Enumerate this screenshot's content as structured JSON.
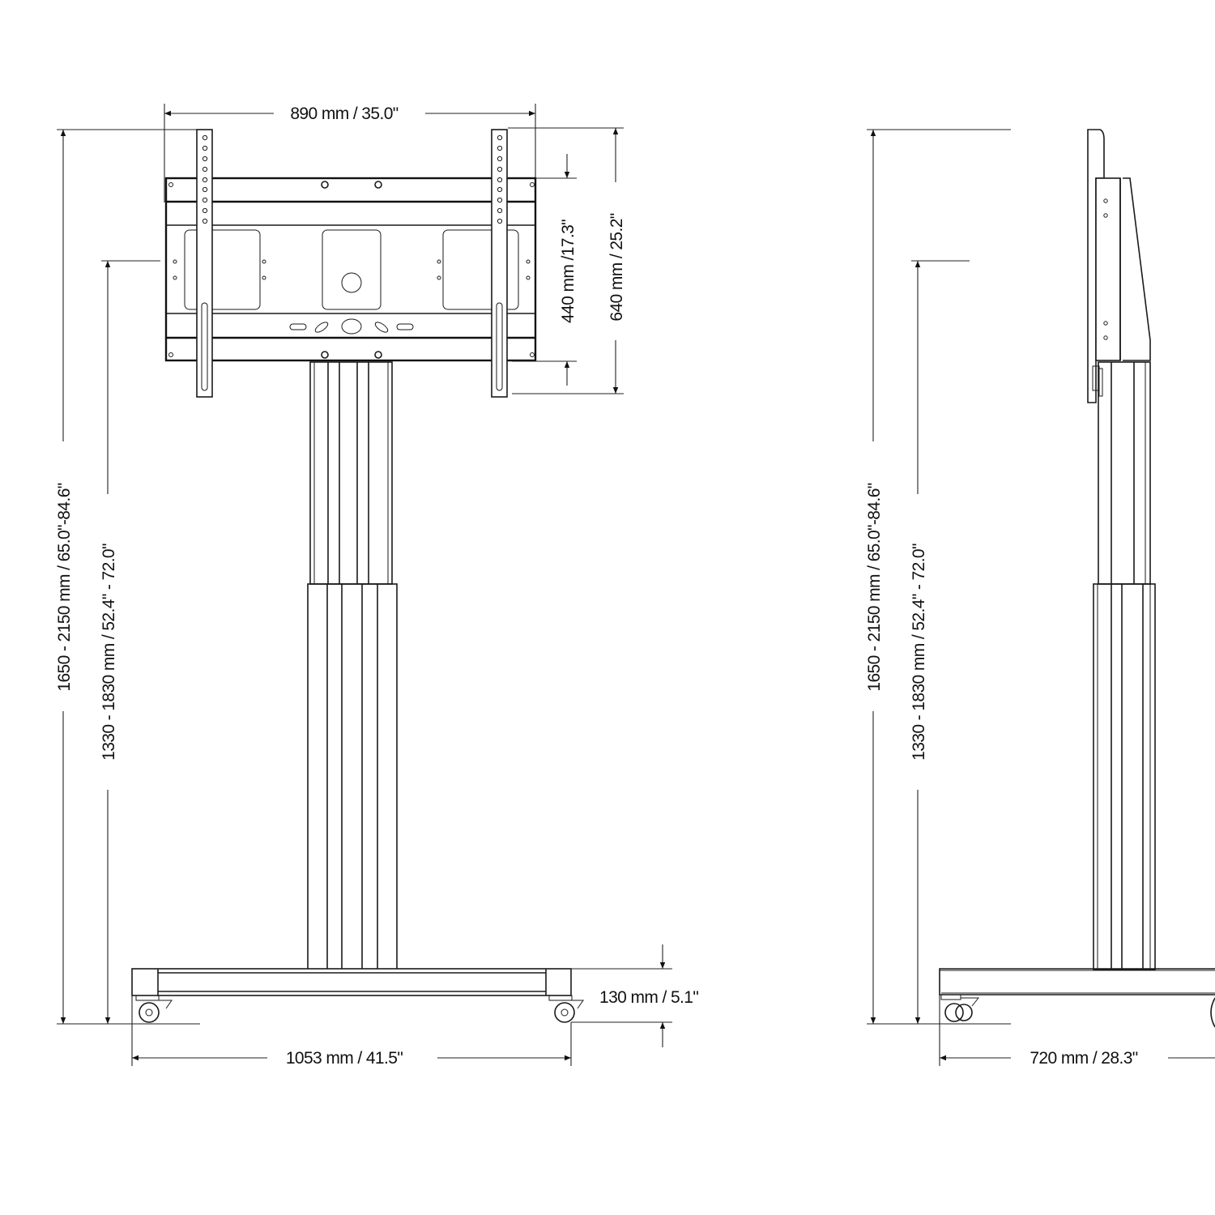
{
  "front_view": {
    "width_mount": "890 mm / 35.0\"",
    "vesa_height_440": "440 mm /17.3\"",
    "vesa_height_640": "640 mm / 25.2\"",
    "total_height": "1650 - 2150 mm / 65.0\"-84.6\"",
    "center_height": "1330 - 1830 mm / 52.4\" - 72.0\"",
    "base_height": "130 mm / 5.1\"",
    "base_width": "1053 mm / 41.5\""
  },
  "side_view": {
    "total_height": "1650 - 2150 mm / 65.0\"-84.6\"",
    "center_height": "1330 - 1830 mm / 52.4\" - 72.0\"",
    "base_depth": "720 mm / 28.3\""
  }
}
